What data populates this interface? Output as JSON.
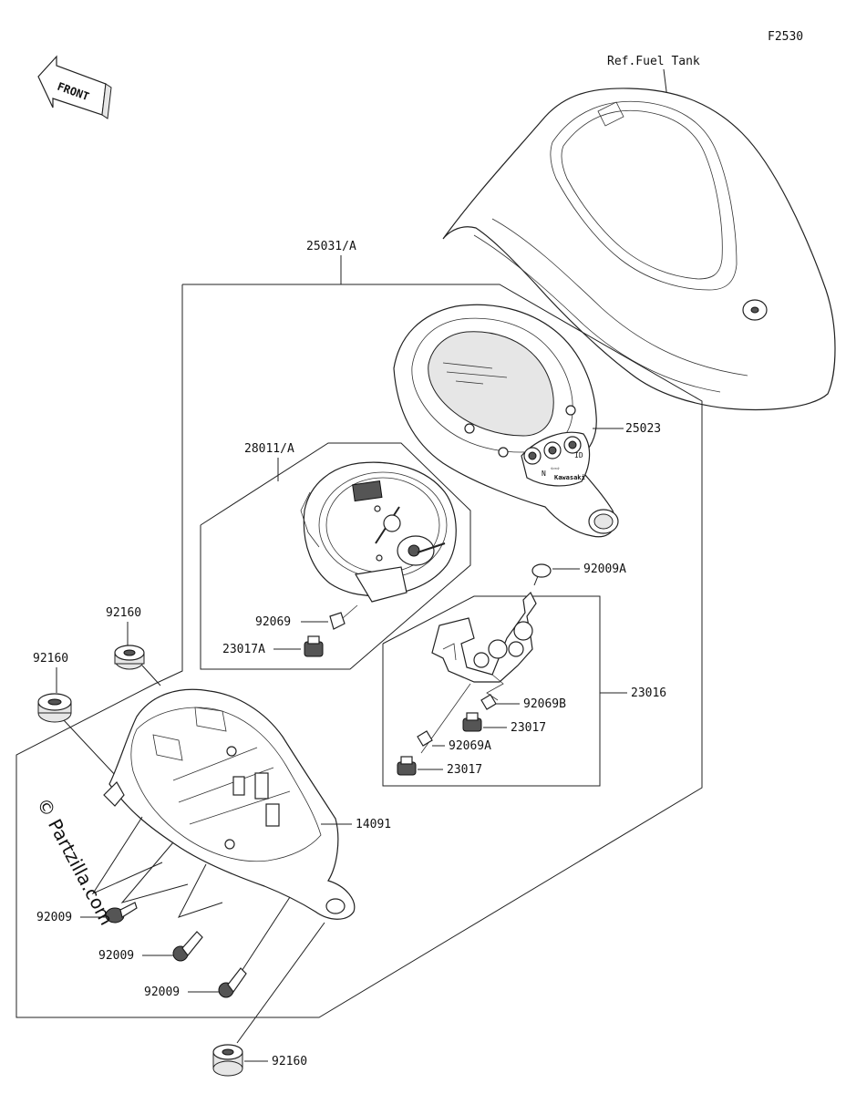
{
  "figure_code": "F2530",
  "front_arrow": "FRONT",
  "watermark": "© Partzilla.com",
  "ref_label": "Ref.Fuel Tank",
  "parts": {
    "assembly_meter": "25031/A",
    "meter_case": "25023",
    "meter_unit": "28011/A",
    "bulb_92069": "92069",
    "socket_23017a": "23017A",
    "clip_92009a": "92009A",
    "socket_assy": "23016",
    "bulb_92069b": "92069B",
    "socket_23017_upper": "23017",
    "bulb_92069a": "92069A",
    "socket_23017_lower": "23017",
    "bracket_case": "14091",
    "damper_upper": "92160",
    "damper_left": "92160",
    "damper_bottom": "92160",
    "screw_1": "92009",
    "screw_2": "92009",
    "screw_3": "92009"
  },
  "indicator_letters": [
    "N",
    "⇦⇨",
    "ID"
  ],
  "brand_mark": "Kawasaki"
}
